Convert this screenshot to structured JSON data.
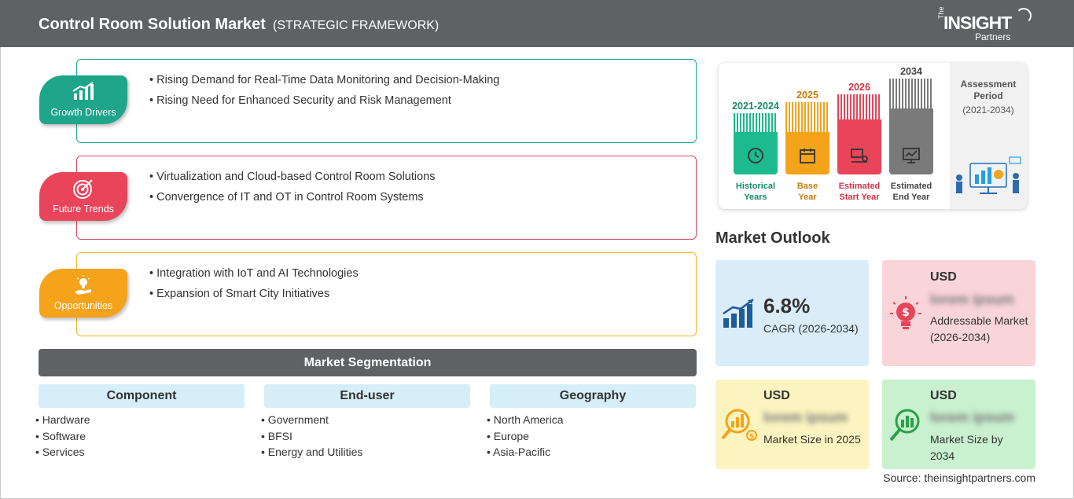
{
  "header": {
    "title": "Control Room Solution Market",
    "subtitle": "(STRATEGIC FRAMEWORK)",
    "logo": {
      "the": "The",
      "insight": "INSIGHT",
      "partners": "Partners"
    }
  },
  "framework": [
    {
      "label": "Growth Drivers",
      "color": "#1ea58a",
      "border": "#1ea58a",
      "icon": "growth-chart-icon",
      "points": [
        "Rising Demand for Real-Time Data Monitoring and Decision-Making",
        "Rising Need for Enhanced Security and Risk Management"
      ]
    },
    {
      "label": "Future Trends",
      "color": "#e8455a",
      "border": "#d9425a",
      "icon": "target-icon",
      "points": [
        "Virtualization and Cloud-based Control Room Solutions",
        "Convergence of IT and OT in Control Room Systems"
      ]
    },
    {
      "label": "Opportunities",
      "color": "#f4a31a",
      "border": "#f2b52a",
      "icon": "lightbulb-hand-icon",
      "points": [
        "Integration with IoT and AI Technologies",
        "Expansion of Smart City Initiatives"
      ]
    }
  ],
  "segmentation": {
    "title": "Market Segmentation",
    "columns": [
      {
        "heading": "Component",
        "items": [
          "Hardware",
          "Software",
          "Services"
        ]
      },
      {
        "heading": "End-user",
        "items": [
          "Government",
          "BFSI",
          "Energy and Utilities"
        ]
      },
      {
        "heading": "Geography",
        "items": [
          "North America",
          "Europe",
          "Asia-Pacific"
        ]
      }
    ]
  },
  "timeline": {
    "columns": [
      {
        "year": "2021-2024",
        "caption": [
          "Historical",
          "Years"
        ],
        "color": "#1cba8e",
        "text_color": "#158a69",
        "icon": "history-icon"
      },
      {
        "year": "2025",
        "caption": [
          "Base",
          "Year"
        ],
        "color": "#f4a31a",
        "text_color": "#c57d0c",
        "icon": "calendar-icon"
      },
      {
        "year": "2026",
        "caption": [
          "Estimated",
          "Start Year"
        ],
        "color": "#e8455a",
        "text_color": "#d03246",
        "icon": "presentation-icon"
      },
      {
        "year": "2034",
        "caption": [
          "Estimated",
          "End Year"
        ],
        "color": "#7a7a7a",
        "text_color": "#444444",
        "icon": "monitor-chart-icon"
      }
    ],
    "assessment": {
      "title": "Assessment Period",
      "range": "(2021-2034)"
    }
  },
  "outlook": {
    "title": "Market Outlook",
    "cagr": {
      "value": "6.8%",
      "label": "CAGR (2026-2034)",
      "color": "#d9ecf7",
      "icon": "growth-bars-icon"
    },
    "addressable": {
      "currency": "USD",
      "value": "lorem ipsum",
      "label": "Addressable Market (2026-2034)",
      "color": "#f9d5da",
      "icon": "dollar-bulb-icon"
    },
    "size_2025": {
      "currency": "USD",
      "value": "lorem ipsum",
      "label": "Market Size in 2025",
      "color": "#fbf4c0",
      "icon": "magnifier-chart-icon"
    },
    "size_2034": {
      "currency": "USD",
      "value": "lorem ipsum",
      "label": "Market Size by 2034",
      "color": "#c9f0cf",
      "icon": "magnifier-bars-icon"
    }
  },
  "source": "Source: theinsightpartners.com"
}
